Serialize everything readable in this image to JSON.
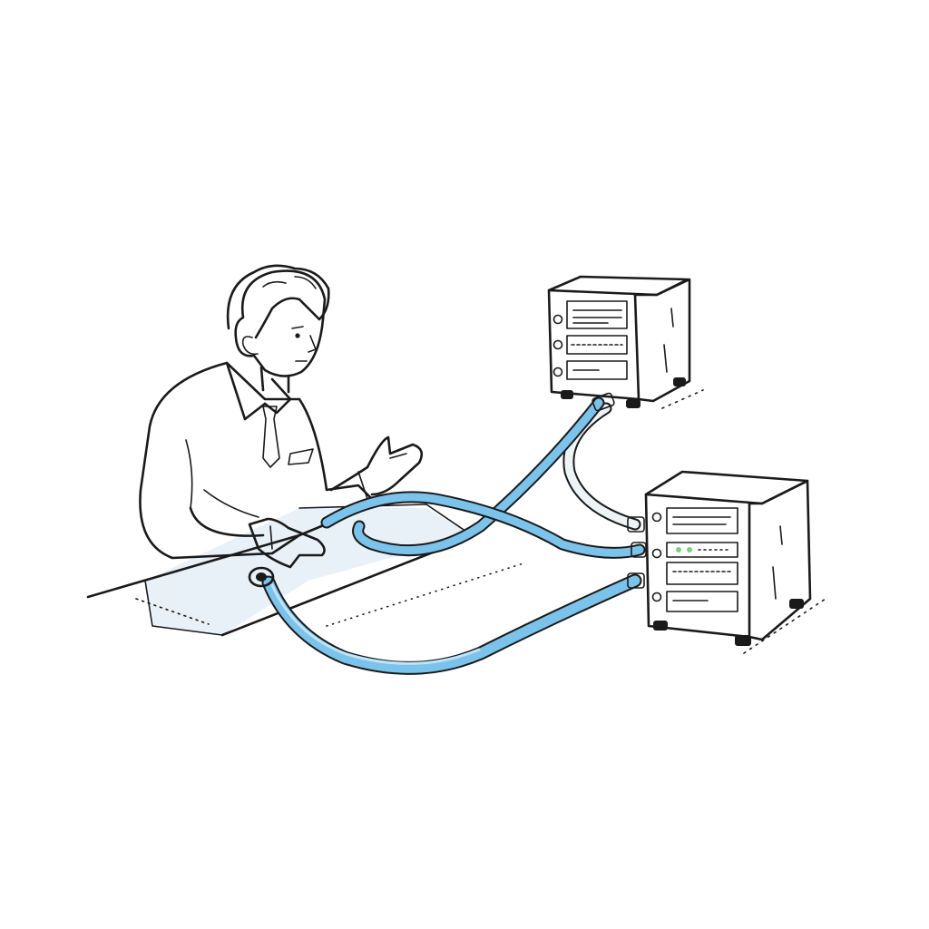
{
  "scene": {
    "description_label": "",
    "colors": {
      "ink": "#1a1a1a",
      "cable_blue": "#7cc3ec",
      "cable_blue_light": "#bfe3f7",
      "cable_gray": "#e6eef2",
      "tie_blue": "#6fb6e6",
      "desk_tint": "#e9f1f8",
      "shirt": "#ffffff",
      "led_green": "#7bd07f",
      "panel_blue": "#8fc6e8"
    },
    "icons": [
      "person-figure",
      "server-unit",
      "network-cable"
    ]
  }
}
